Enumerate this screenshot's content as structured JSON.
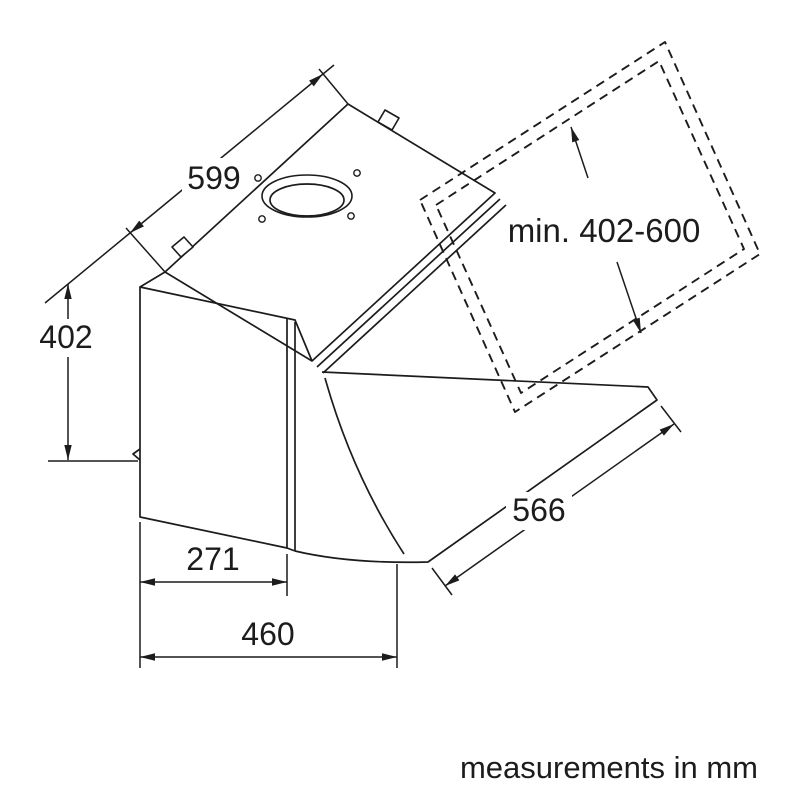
{
  "diagram": {
    "footer": "measurements in mm",
    "dimensions": {
      "top_width": "599",
      "left_height": "402",
      "mounting_range": "min. 402-600",
      "bottom_depth": "566",
      "front_depth": "271",
      "bottom_width": "460"
    },
    "colors": {
      "line": "#1c1c1c",
      "background": "#ffffff"
    }
  }
}
